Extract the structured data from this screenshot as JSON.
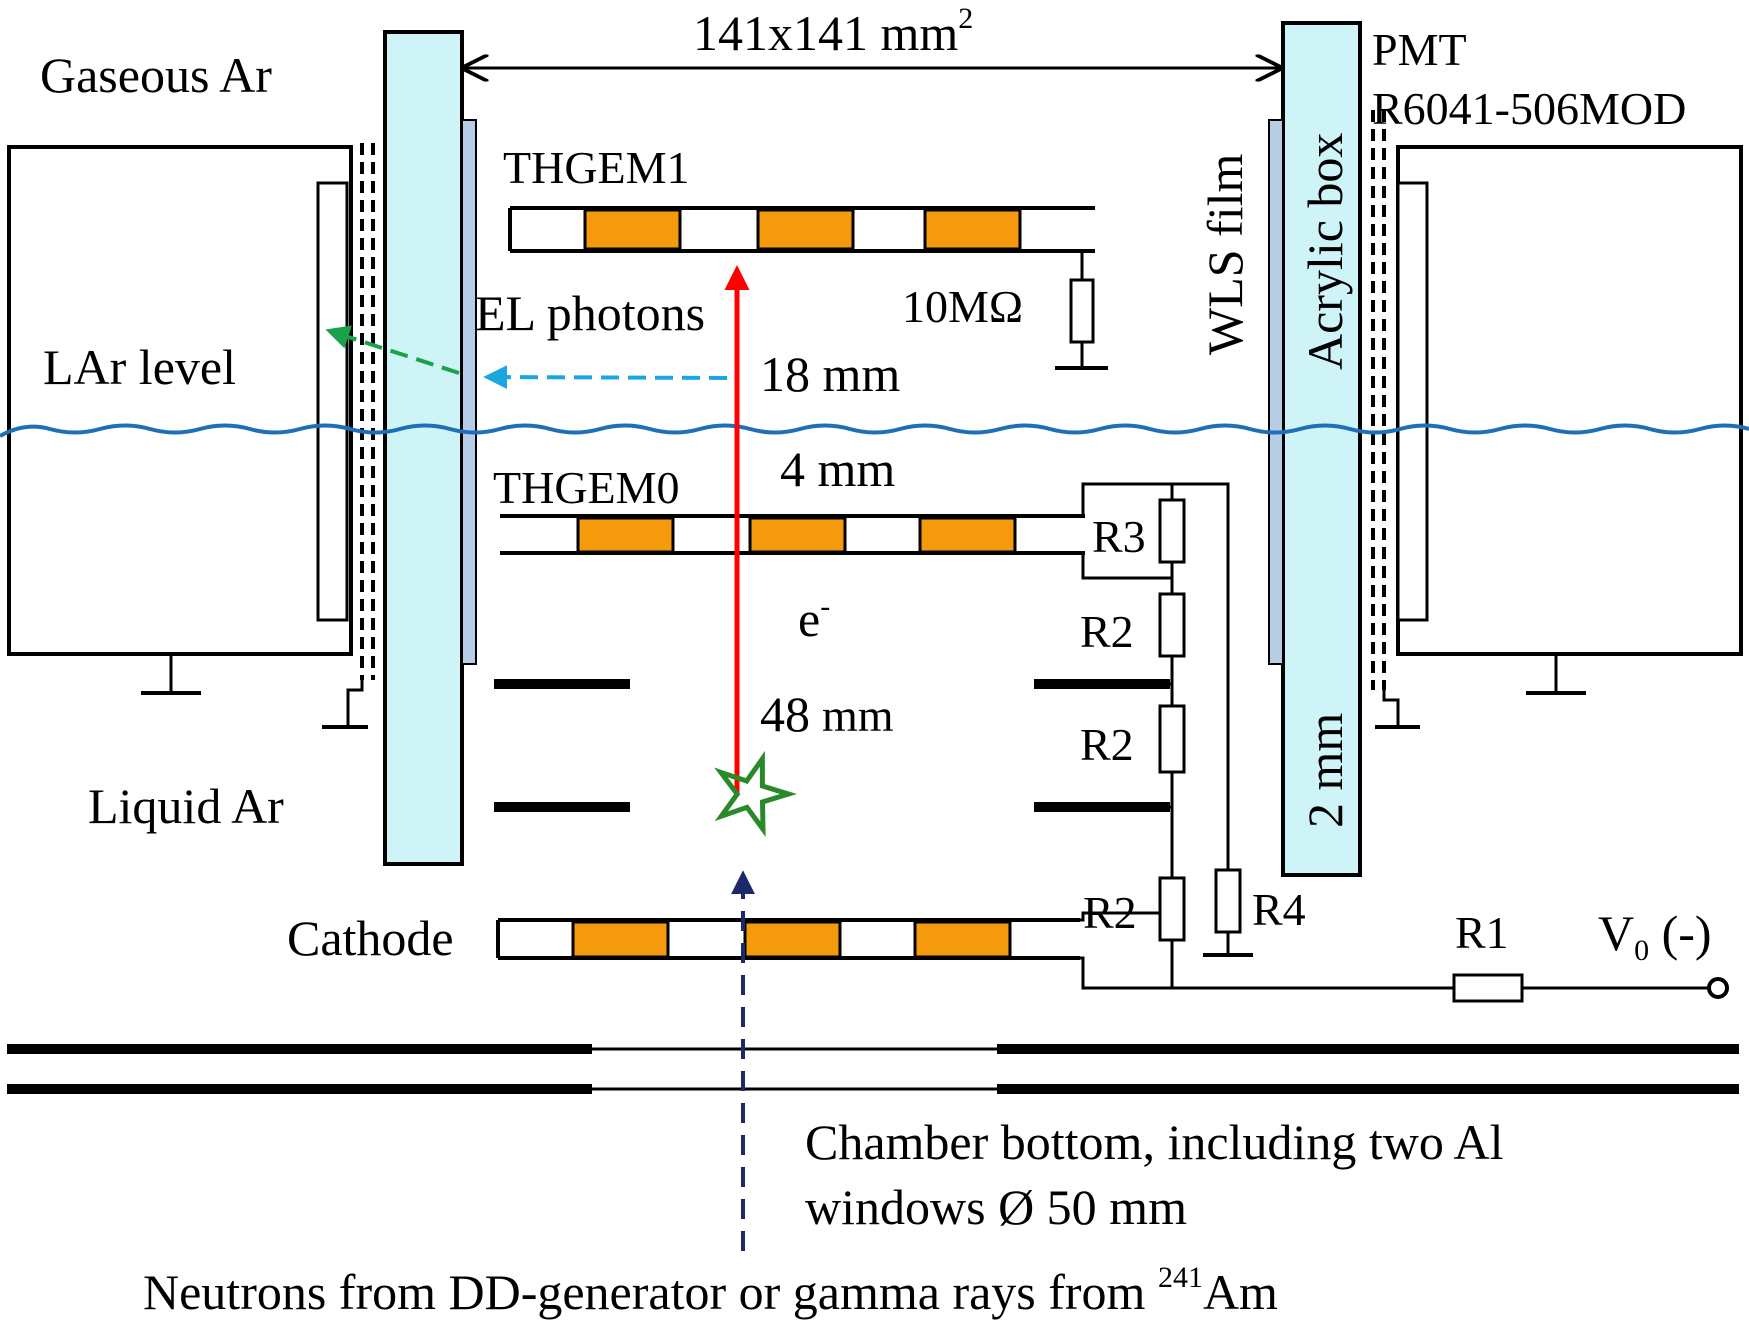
{
  "labels": {
    "gaseous_ar": "Gaseous Ar",
    "dimension": "141x141 mm",
    "dimension_sup": "2",
    "pmt_line1": "PMT",
    "pmt_line2": "R6041-506MOD",
    "thgem1": "THGEM1",
    "wls_film": "WLS film",
    "acrylic_box": "Acrylic box",
    "resistor_10m": "10MΩ",
    "el_photons": "EL photons",
    "lar_level": "LAr level",
    "gap_18": "18 mm",
    "gap_4": "4 mm",
    "thgem0": "THGEM0",
    "r3": "R3",
    "electron": "e",
    "electron_sup": "-",
    "r2_a": "R2",
    "gap_48": "48",
    "gap_48_unit": "mm",
    "r2_b": "R2",
    "liquid_ar": "Liquid Ar",
    "thickness_2mm": "2 mm",
    "r2_c": "R2",
    "r4": "R4",
    "cathode": "Cathode",
    "r1": "R1",
    "v0": "V",
    "v0_sub": "0",
    "v0_sign": " (-)",
    "bottom_line1": "Chamber bottom, including two Al",
    "bottom_line2": "windows Ø 50 mm",
    "source_prefix": "Neutrons from DD-generator or gamma rays from ",
    "source_sup": "241",
    "source_suffix": "Am"
  },
  "colors": {
    "acrylic": "#cff4f8",
    "wls": "#b6cde8",
    "electrode": "#f59a0c",
    "drift_arrow": "#ff0000",
    "el_photon_arrow": "#1aa6e0",
    "wls_arrow": "#1aa24a",
    "liquid_level": "#1f6fb8",
    "star": "#2a8a2a",
    "beam": "#1a2a6a"
  }
}
